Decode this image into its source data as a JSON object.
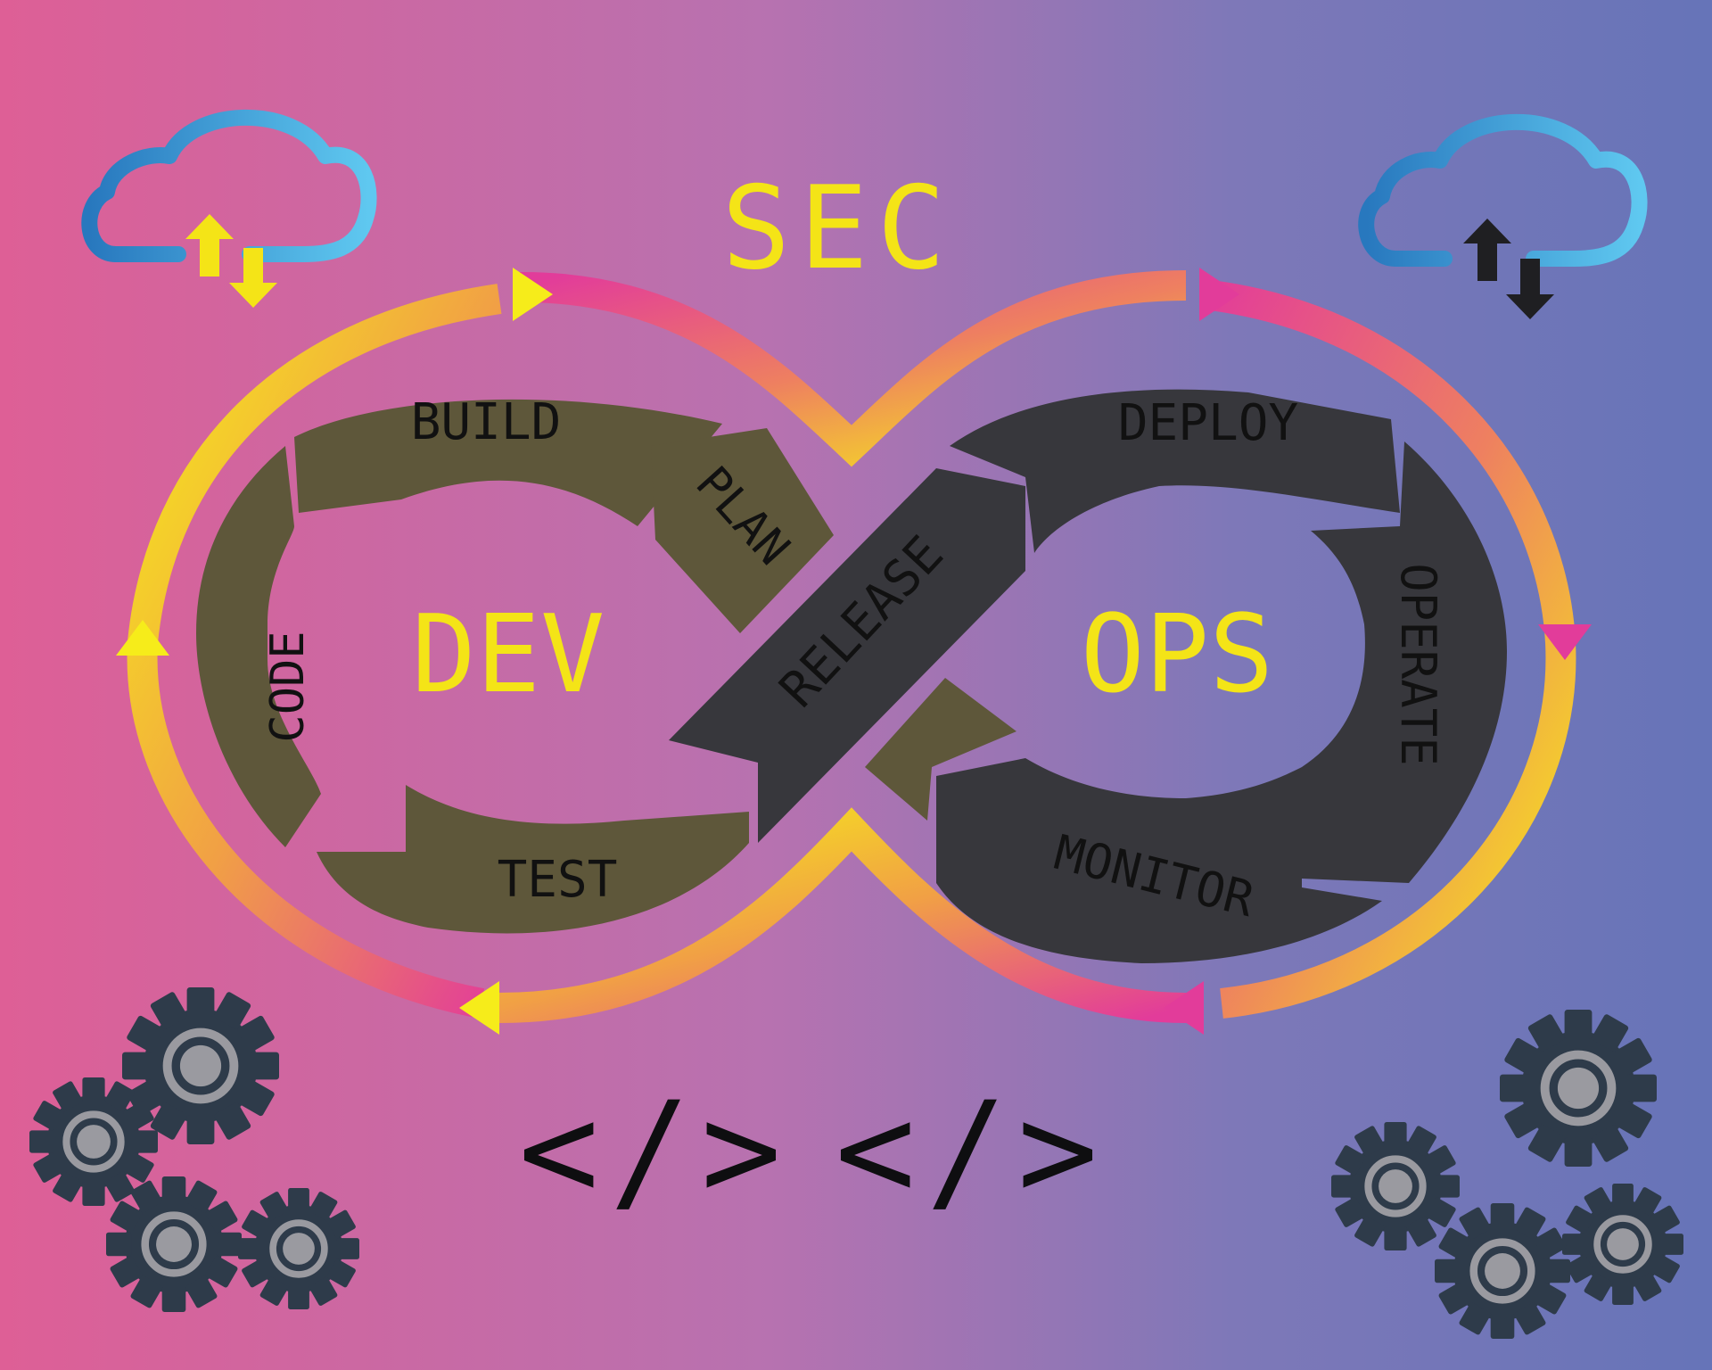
{
  "title": "SEC",
  "center_labels": {
    "dev": "DEV",
    "ops": "OPS"
  },
  "stages": {
    "plan": "PLAN",
    "build": "BUILD",
    "code": "CODE",
    "test": "TEST",
    "release": "RELEASE",
    "deploy": "DEPLOY",
    "operate": "OPERATE",
    "monitor": "MONITOR"
  },
  "code_tags": {
    "left": "</>",
    "right": "</>"
  },
  "colors": {
    "bg_left": "#DE5F96",
    "bg_mid": "#B772B0",
    "bg_right": "#6674B8",
    "yellow": "#F4E417",
    "dev_loop": "#5E573A",
    "ops_loop": "#37373C",
    "gear": "#2E3B4A",
    "gear_ring": "#9A9AA0",
    "cloud_dark": "#2882C4",
    "cloud_light": "#5CC2EE",
    "arrow_yellow": "#F4E417",
    "arrow_dark": "#1F1F22"
  },
  "icons": [
    "cloud-sync-icon",
    "cloud-sync-icon",
    "gear-icon",
    "code-tag-icon"
  ]
}
